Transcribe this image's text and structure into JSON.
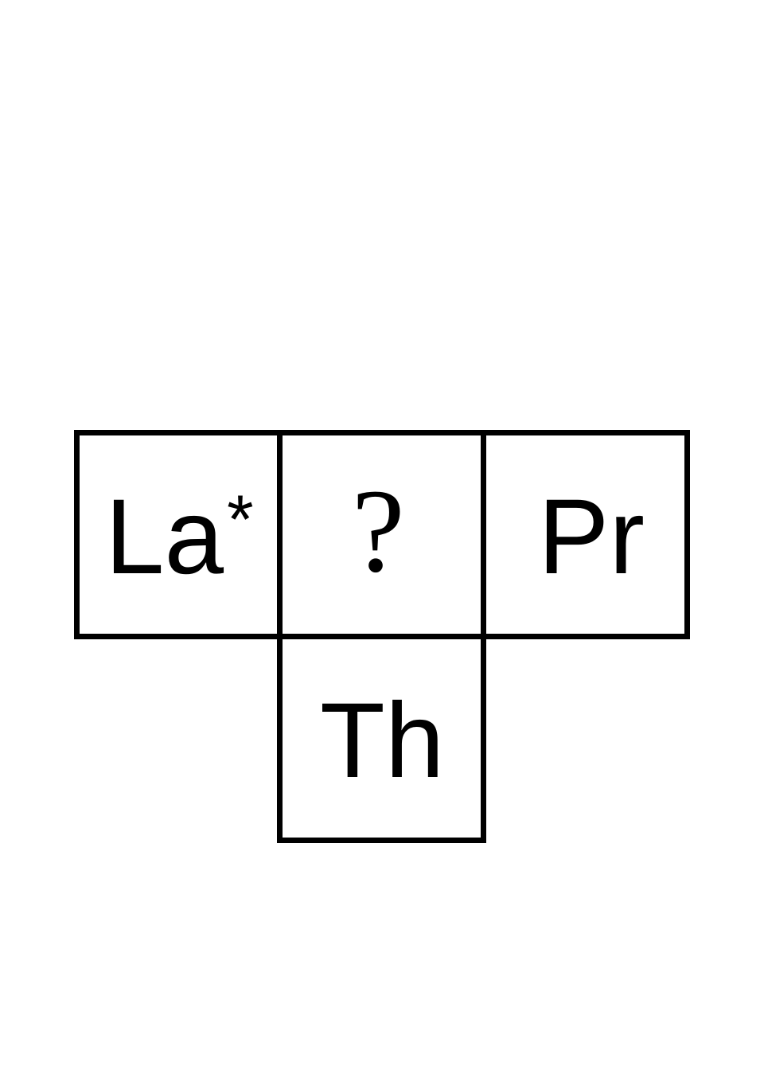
{
  "cells": {
    "left": {
      "symbol": "La",
      "superscript": "*"
    },
    "center": {
      "symbol": "?"
    },
    "right": {
      "symbol": "Pr"
    },
    "bottom": {
      "symbol": "Th"
    }
  },
  "colors": {
    "border": "#000000",
    "text": "#000000",
    "background": "#ffffff"
  }
}
